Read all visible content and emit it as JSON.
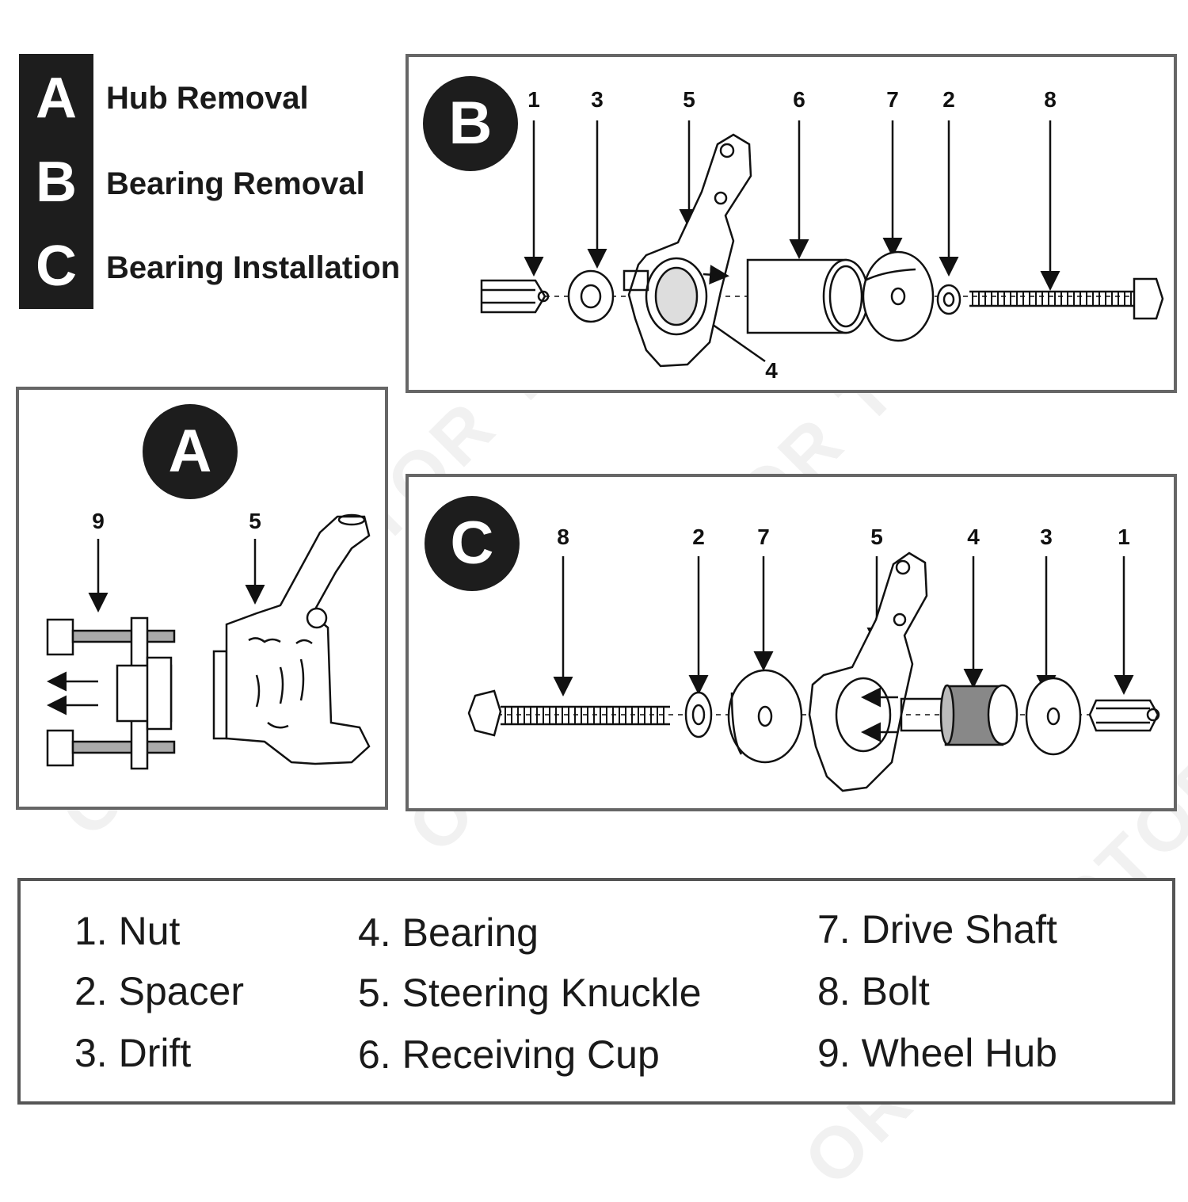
{
  "legend": {
    "items": [
      {
        "letter": "A",
        "label": "Hub Removal"
      },
      {
        "letter": "B",
        "label": "Bearing Removal"
      },
      {
        "letter": "C",
        "label": "Bearing Installation"
      }
    ]
  },
  "panel_b": {
    "badge": "B",
    "callouts": [
      "1",
      "3",
      "5",
      "6",
      "7",
      "2",
      "8",
      "4"
    ]
  },
  "panel_a": {
    "badge": "A",
    "callouts": [
      "9",
      "5"
    ]
  },
  "panel_c": {
    "badge": "C",
    "callouts": [
      "8",
      "2",
      "7",
      "5",
      "4",
      "3",
      "1"
    ]
  },
  "parts": [
    "1. Nut",
    "2. Spacer",
    "3. Drift",
    "4. Bearing",
    "5. Steering Knuckle",
    "6. Receiving Cup",
    "7. Drive Shaft",
    "8. Bolt",
    "9. Wheel Hub"
  ],
  "watermark": "ORION MOTOR TECH"
}
